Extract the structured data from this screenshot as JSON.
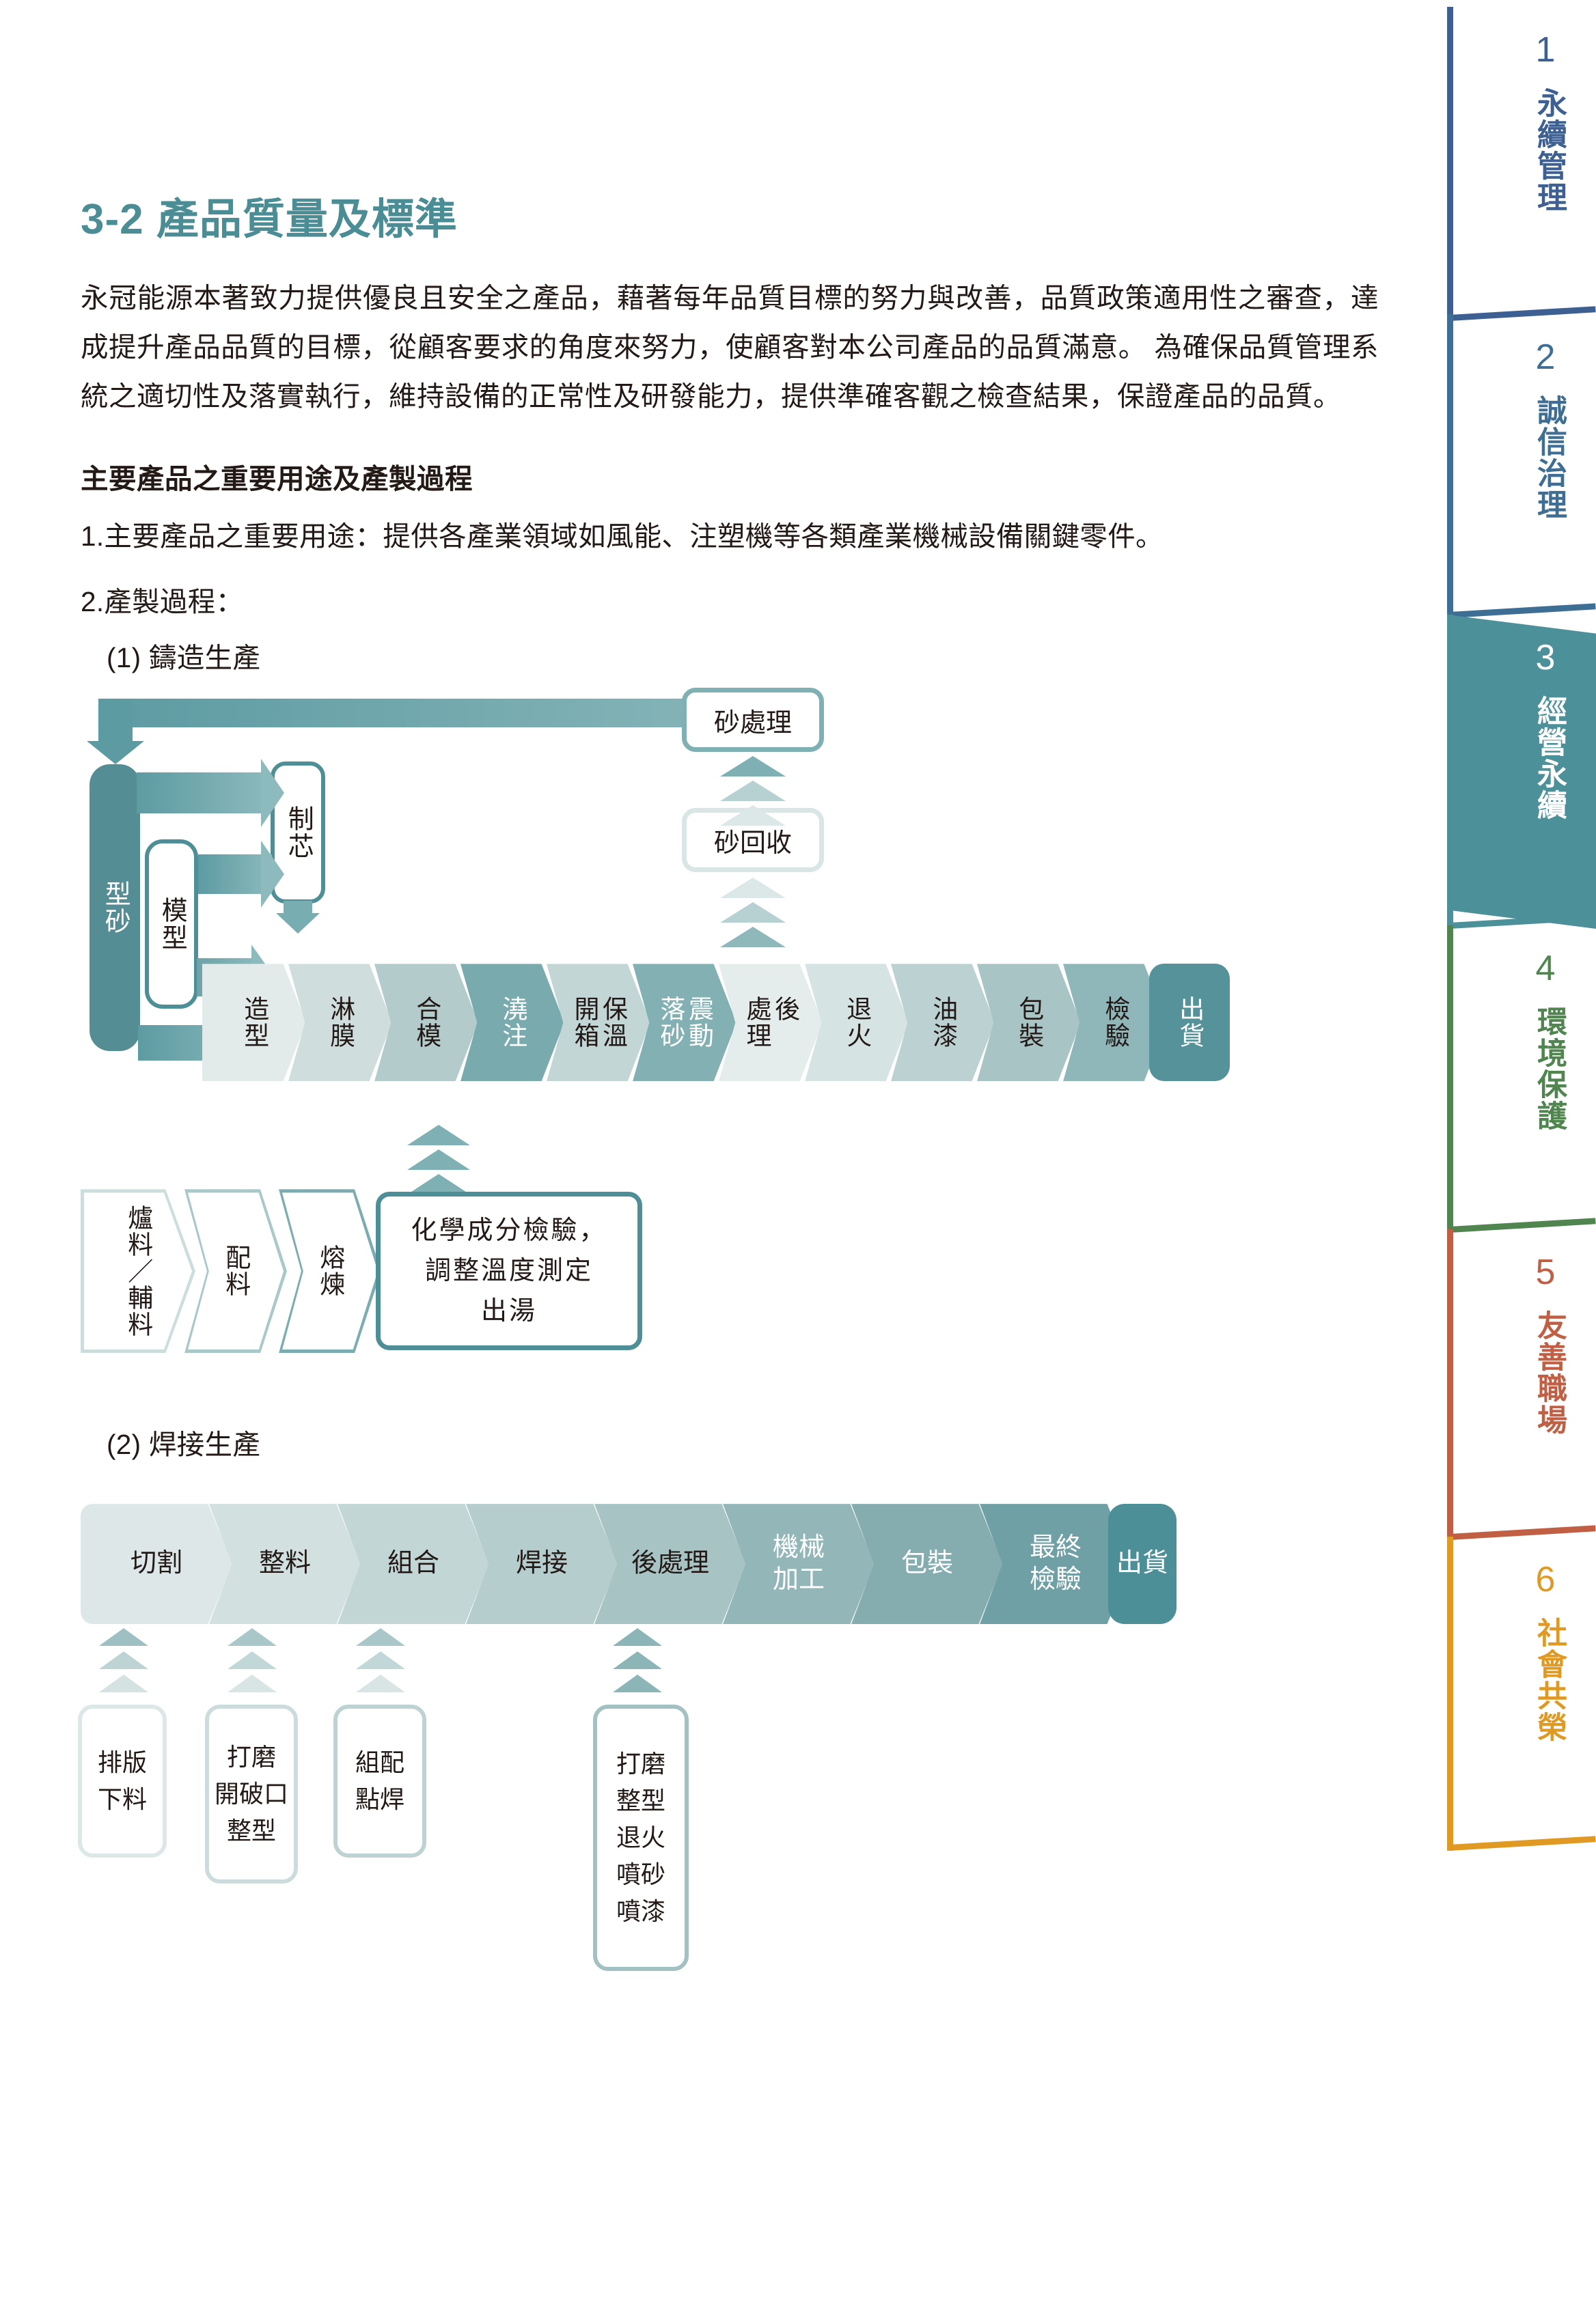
{
  "page": {
    "title": "3-2 產品質量及標準",
    "title_color": "#4a8d95",
    "intro": "永冠能源本著致力提供優良且安全之產品，藉著每年品質目標的努力與改善，品質政策適用性之審查，達成提升產品品質的目標，從顧客要求的角度來努力，使顧客對本公司產品的品質滿意。 為確保品質管理系統之適切性及落實執行，維持設備的正常性及研發能力，提供準確客觀之檢查結果，保證產品的品質。",
    "sub_head": "主要產品之重要用途及產製過程"
  },
  "list": [
    {
      "num": "1.",
      "text": "主要產品之重要用途：提供各產業領域如風能、注塑機等各類產業機械設備關鍵零件。"
    },
    {
      "num": "2.",
      "text": "產製過程："
    }
  ],
  "casting": {
    "label": "(1) 鑄造生產",
    "inputs": {
      "sand": "型砂",
      "mould": "模型",
      "core": "制芯"
    },
    "sand_boxes": [
      {
        "label": "砂處理",
        "border": "#7fb0b4"
      },
      {
        "label": "砂回收",
        "border": "#dae6e6"
      }
    ],
    "steps": [
      {
        "label": "造型",
        "fill": "#e2eaea",
        "text": "#231916"
      },
      {
        "label": "淋膜",
        "fill": "#cfdedd",
        "text": "#231916"
      },
      {
        "label": "合模",
        "fill": "#b3cbcb",
        "text": "#231916"
      },
      {
        "label": "澆注",
        "fill": "#79abae",
        "text": "#ffffff"
      },
      {
        "label": "保溫\n開箱",
        "fill": "#c3d6d6",
        "text": "#231916"
      },
      {
        "label": "震動\n落砂",
        "fill": "#83b1b3",
        "text": "#ffffff"
      },
      {
        "label": "後\n處理",
        "fill": "#e4ecec",
        "text": "#231916"
      },
      {
        "label": "退火",
        "fill": "#d6e3e3",
        "text": "#231916"
      },
      {
        "label": "油漆",
        "fill": "#bcd1d1",
        "text": "#231916"
      },
      {
        "label": "包裝",
        "fill": "#a8c4c5",
        "text": "#231916"
      },
      {
        "label": "檢驗",
        "fill": "#8fb7b9",
        "text": "#231916"
      },
      {
        "label": "出貨",
        "fill": "#55929a",
        "text": "#ffffff"
      }
    ],
    "melt_steps": [
      {
        "label": "爐料／輔料",
        "border": "#cdddde"
      },
      {
        "label": "配料",
        "border": "#a9c8ca"
      },
      {
        "label": "熔煉",
        "border": "#7aacb0"
      }
    ],
    "melt_note": "化學成分檢驗，\n調整溫度測定\n出湯",
    "melt_note_border": "#4e8e96"
  },
  "welding": {
    "label": "(2) 焊接生產",
    "steps": [
      {
        "label": "切割",
        "fill": "#dde7e8",
        "text": "#231916"
      },
      {
        "label": "整料",
        "fill": "#d2e0e0",
        "text": "#231916"
      },
      {
        "label": "組合",
        "fill": "#c3d6d6",
        "text": "#231916"
      },
      {
        "label": "焊接",
        "fill": "#b6cdcd",
        "text": "#231916"
      },
      {
        "label": "後處理",
        "fill": "#a7c3c4",
        "text": "#231916"
      },
      {
        "label": "機械\n加工",
        "fill": "#93b6b8",
        "text": "#ffffff"
      },
      {
        "label": "包裝",
        "fill": "#85acaf",
        "text": "#ffffff"
      },
      {
        "label": "最終\n檢驗",
        "fill": "#6fa0a5",
        "text": "#ffffff"
      },
      {
        "label": "出貨",
        "fill": "#4d8f97",
        "text": "#ffffff"
      }
    ],
    "notes": [
      {
        "label": "排版\n下料",
        "border": "#dde7e8"
      },
      {
        "label": "打磨\n開破口\n整型",
        "border": "#ccdcdc"
      },
      {
        "label": "組配\n點焊",
        "border": "#bdd2d2"
      },
      {
        "label": "打磨\n整型\n退火\n噴砂\n噴漆",
        "border": "#a3c0c2"
      }
    ]
  },
  "sidebar": [
    {
      "num": "1",
      "label": "永續管理",
      "color": "#3d5f92",
      "active": false
    },
    {
      "num": "2",
      "label": "誠信治理",
      "color": "#3f6e94",
      "active": false
    },
    {
      "num": "3",
      "label": "經營永續",
      "color": "#4c9199",
      "active": true
    },
    {
      "num": "4",
      "label": "環境保護",
      "color": "#50854f",
      "active": false
    },
    {
      "num": "5",
      "label": "友善職場",
      "color": "#c05f43",
      "active": false
    },
    {
      "num": "6",
      "label": "社會共榮",
      "color": "#e09a23",
      "active": false
    }
  ]
}
